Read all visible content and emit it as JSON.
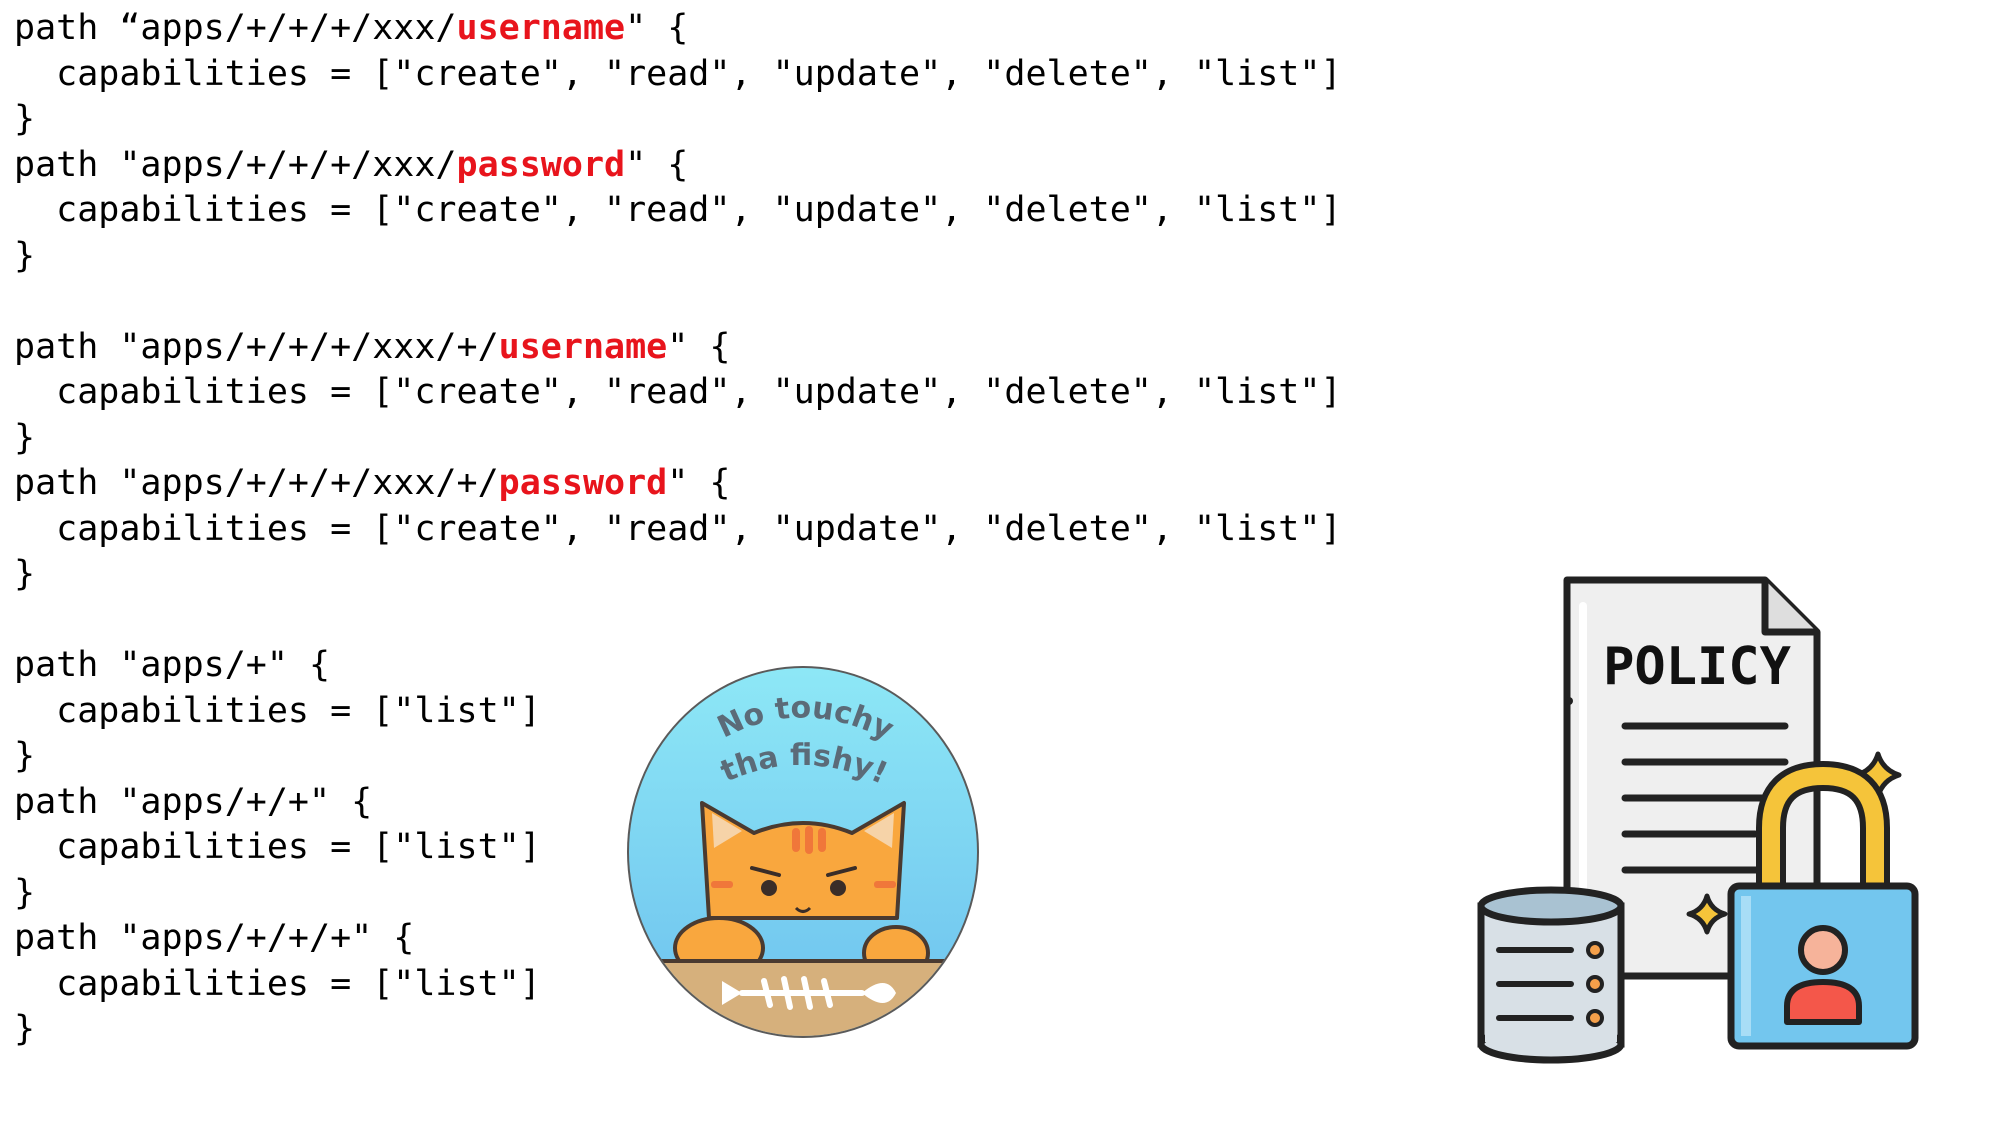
{
  "code": {
    "blocks": [
      {
        "lines": [
          {
            "segments": [
              {
                "text": "path “apps/+/+/+/xxx/"
              },
              {
                "text": "username",
                "hl": true
              },
              {
                "text": "\" {"
              }
            ]
          },
          {
            "segments": [
              {
                "text": "  capabilities = [\"create\", \"read\", \"update\", \"delete\", \"list\"]"
              }
            ]
          },
          {
            "segments": [
              {
                "text": "}"
              }
            ]
          },
          {
            "segments": [
              {
                "text": "path \"apps/+/+/+/xxx/"
              },
              {
                "text": "password",
                "hl": true
              },
              {
                "text": "\" {"
              }
            ]
          },
          {
            "segments": [
              {
                "text": "  capabilities = [\"create\", \"read\", \"update\", \"delete\", \"list\"]"
              }
            ]
          },
          {
            "segments": [
              {
                "text": "}"
              }
            ]
          }
        ]
      },
      {
        "lines": [
          {
            "segments": [
              {
                "text": "path \"apps/+/+/+/xxx/+/"
              },
              {
                "text": "username",
                "hl": true
              },
              {
                "text": "\" {"
              }
            ]
          },
          {
            "segments": [
              {
                "text": "  capabilities = [\"create\", \"read\", \"update\", \"delete\", \"list\"]"
              }
            ]
          },
          {
            "segments": [
              {
                "text": "}"
              }
            ]
          },
          {
            "segments": [
              {
                "text": "path \"apps/+/+/+/xxx/+/"
              },
              {
                "text": "password",
                "hl": true
              },
              {
                "text": "\" {"
              }
            ]
          },
          {
            "segments": [
              {
                "text": "  capabilities = [\"create\", \"read\", \"update\", \"delete\", \"list\"]"
              }
            ]
          },
          {
            "segments": [
              {
                "text": "}"
              }
            ]
          }
        ]
      },
      {
        "lines": [
          {
            "segments": [
              {
                "text": "path \"apps/+\" {"
              }
            ]
          },
          {
            "segments": [
              {
                "text": "  capabilities = [\"list\"]"
              }
            ]
          },
          {
            "segments": [
              {
                "text": "}"
              }
            ]
          },
          {
            "segments": [
              {
                "text": "path \"apps/+/+\" {"
              }
            ]
          },
          {
            "segments": [
              {
                "text": "  capabilities = [\"list\"]"
              }
            ]
          },
          {
            "segments": [
              {
                "text": "}"
              }
            ]
          },
          {
            "segments": [
              {
                "text": "path \"apps/+/+/+\" {"
              }
            ]
          },
          {
            "segments": [
              {
                "text": "  capabilities = [\"list\"]"
              }
            ]
          },
          {
            "segments": [
              {
                "text": "}"
              }
            ]
          }
        ]
      }
    ]
  },
  "sticker": {
    "line1": "No touchy",
    "line2": "tha fishy!",
    "icon": "cat-sticker"
  },
  "policy_illustration": {
    "document_title": "POLICY",
    "icons": [
      "document-icon",
      "database-icon",
      "padlock-icon",
      "sparkle-icon"
    ]
  },
  "colors": {
    "highlight": "#e8141c",
    "sticker_sky_top": "#8ee8f6",
    "sticker_sky_bottom": "#6ec3ef",
    "cat_orange": "#f9a73e",
    "cat_stripe": "#f0773a",
    "lock_blue": "#73c6ee",
    "lock_shackle": "#f5c43a",
    "person": "#f4574a"
  }
}
